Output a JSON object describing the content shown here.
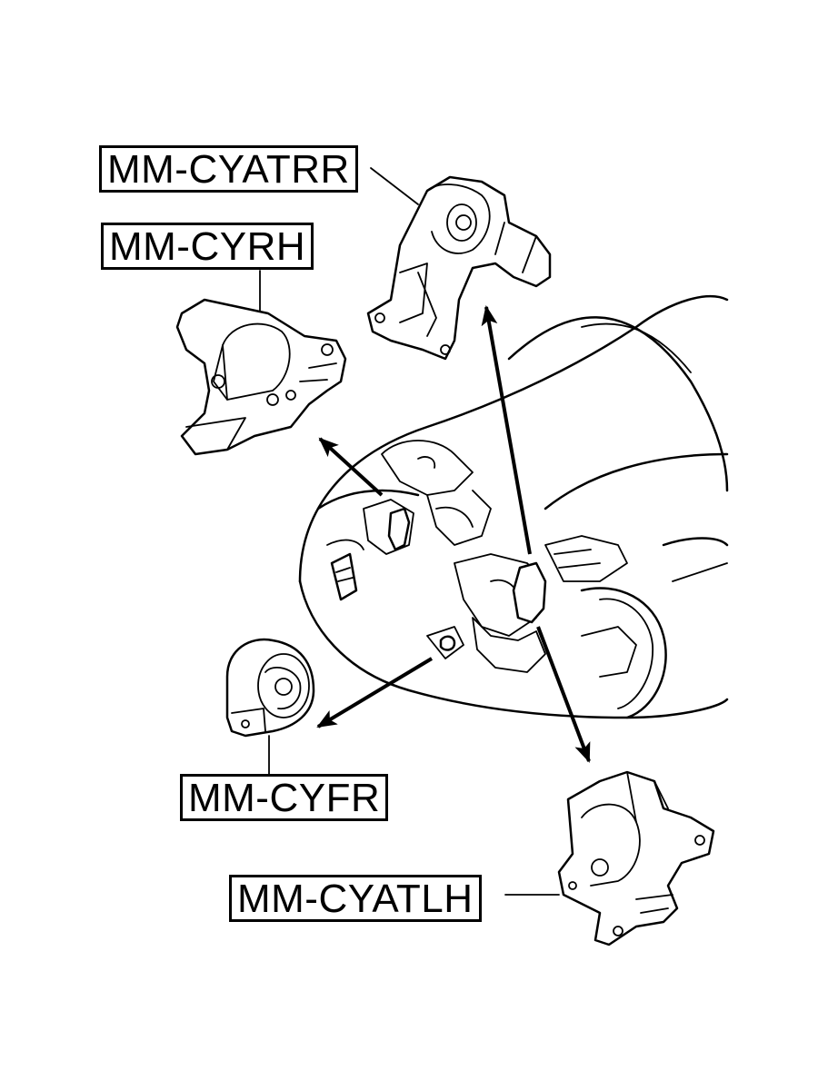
{
  "labels": {
    "rear_mount": "MM-CYATRR",
    "right_mount": "MM-CYRH",
    "front_mount": "MM-CYFR",
    "left_mount": "MM-CYATLH"
  }
}
